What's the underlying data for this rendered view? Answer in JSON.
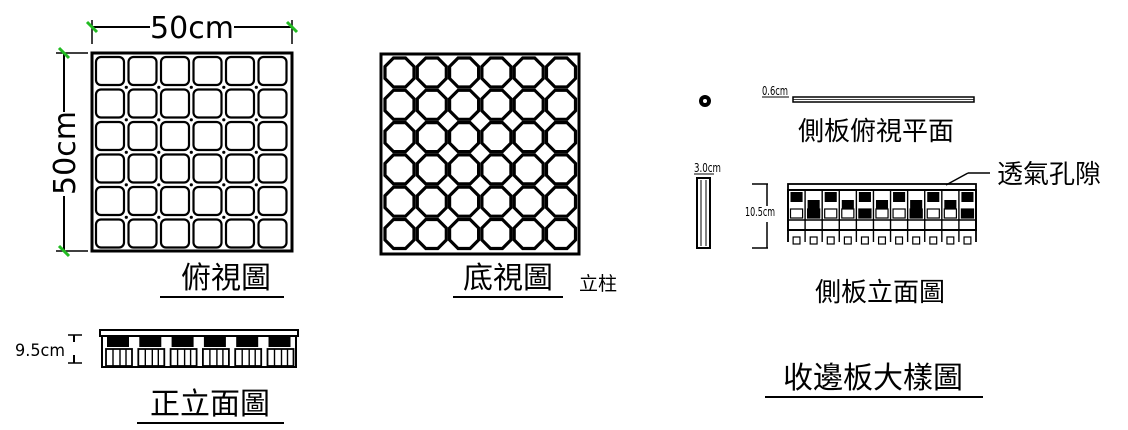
{
  "top_view": {
    "width_dim": "50cm",
    "height_dim": "50cm",
    "title": "俯視圖"
  },
  "bottom_view": {
    "title": "底視圖",
    "note": "立柱"
  },
  "front_elevation": {
    "height_dim": "9.5cm",
    "title": "正立面圖"
  },
  "edge_plate": {
    "thickness_dim": "0.6cm",
    "plan_title": "側板俯視平面",
    "vent_callout": "透氣孔隙",
    "side_width_dim": "3.0cm",
    "height_dim": "10.5cm",
    "elevation_title": "側板立面圖",
    "sheet_title": "收邊板大樣圖"
  },
  "accent_colors": {
    "dimension_ticks": "#22bb22",
    "lines": "#000000"
  }
}
